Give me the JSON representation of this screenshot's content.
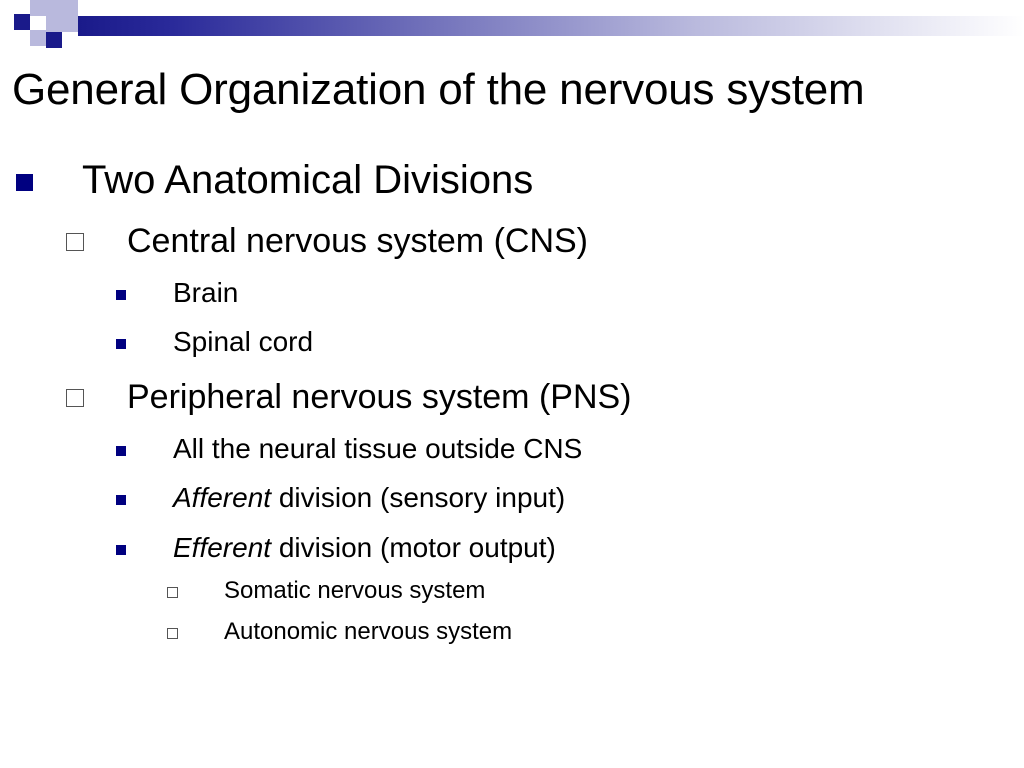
{
  "slide": {
    "title": "General Organization of the nervous system",
    "colors": {
      "accent": "#000080",
      "band_dark": "#1a1a8a",
      "square_light": "#b9b9dd"
    },
    "bullets": {
      "l1_divisions": "Two Anatomical Divisions",
      "cns": {
        "label": "Central nervous system (CNS)",
        "items": [
          "Brain",
          "Spinal cord"
        ]
      },
      "pns": {
        "label": "Peripheral nervous system (PNS)",
        "neural_tissue": "All the neural tissue outside CNS",
        "afferent": {
          "term": "Afferent",
          "rest": " division (sensory input)"
        },
        "efferent": {
          "term": "Efferent",
          "rest": " division (motor output)",
          "items": [
            "Somatic nervous system",
            "Autonomic nervous system"
          ]
        }
      }
    }
  }
}
